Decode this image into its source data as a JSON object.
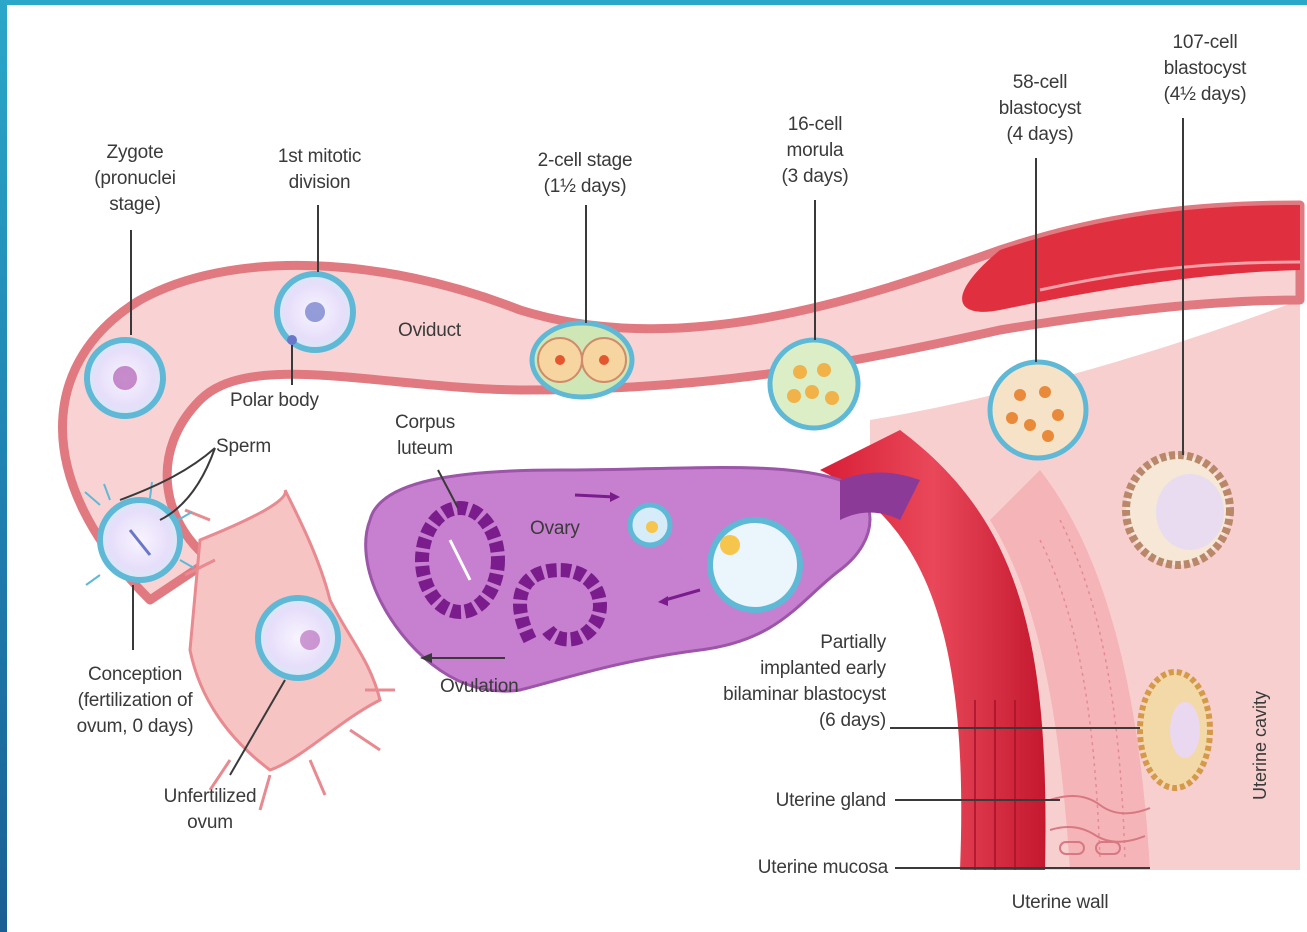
{
  "labels": {
    "zygote": "Zygote\n(pronuclei\nstage)",
    "mitotic": "1st mitotic\ndivision",
    "two_cell": "2-cell stage\n(1½ days)",
    "morula": "16-cell\nmorula\n(3 days)",
    "blasto58": "58-cell\nblastocyst\n(4 days)",
    "blasto107": "107-cell\nblastocyst\n(4½ days)",
    "oviduct": "Oviduct",
    "polar_body": "Polar body",
    "sperm": "Sperm",
    "corpus_luteum": "Corpus\nluteum",
    "ovary": "Ovary",
    "ovulation": "Ovulation",
    "conception": "Conception\n(fertilization of\novum, 0 days)",
    "unfertilized": "Unfertilized\novum",
    "partial": "Partially\nimplanted early\nbilaminar blastocyst\n(6 days)",
    "uterine_gland": "Uterine gland",
    "uterine_mucosa": "Uterine mucosa",
    "uterine_wall": "Uterine wall",
    "uterine_cavity": "Uterine cavity"
  },
  "colors": {
    "frame": "#2aa7c9",
    "oviduct_fill": "#f7c9c9",
    "oviduct_wall": "#e07a80",
    "uterine_wall": "#e0303f",
    "ovary": "#c77fd0",
    "cell_ring": "#5fb9d6"
  }
}
